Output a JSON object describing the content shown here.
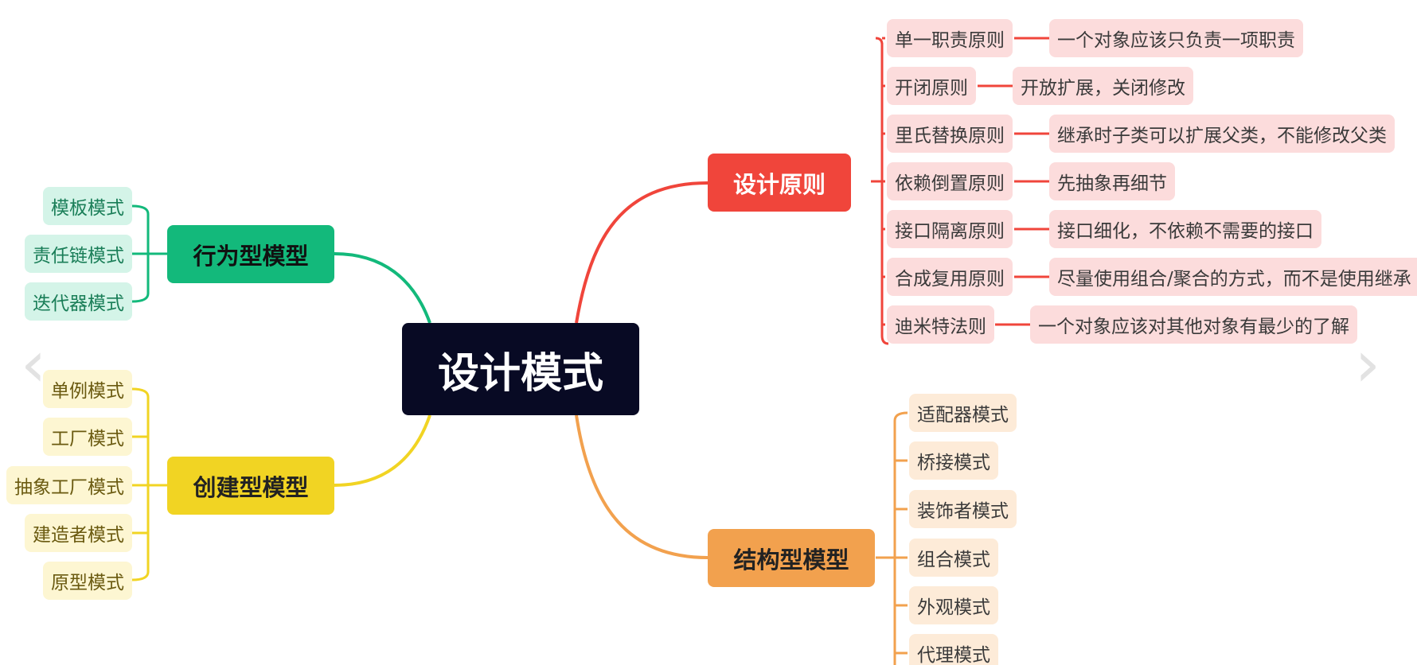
{
  "root": {
    "label": "设计模式"
  },
  "colors": {
    "principles": "#f0453b",
    "behavioral": "#13b97b",
    "creational": "#f1d423",
    "structural": "#f2a14e"
  },
  "principles": {
    "label": "设计原则",
    "items": [
      {
        "name": "单一职责原则",
        "desc": "一个对象应该只负责一项职责"
      },
      {
        "name": "开闭原则",
        "desc": "开放扩展，关闭修改"
      },
      {
        "name": "里氏替换原则",
        "desc": "继承时子类可以扩展父类，不能修改父类"
      },
      {
        "name": "依赖倒置原则",
        "desc": "先抽象再细节"
      },
      {
        "name": "接口隔离原则",
        "desc": "接口细化，不依赖不需要的接口"
      },
      {
        "name": "合成复用原则",
        "desc": "尽量使用组合/聚合的方式，而不是使用继承"
      },
      {
        "name": "迪米特法则",
        "desc": "一个对象应该对其他对象有最少的了解"
      }
    ]
  },
  "behavioral": {
    "label": "行为型模型",
    "items": [
      "模板模式",
      "责任链模式",
      "迭代器模式"
    ]
  },
  "creational": {
    "label": "创建型模型",
    "items": [
      "单例模式",
      "工厂模式",
      "抽象工厂模式",
      "建造者模式",
      "原型模式"
    ]
  },
  "structural": {
    "label": "结构型模型",
    "items": [
      "适配器模式",
      "桥接模式",
      "装饰者模式",
      "组合模式",
      "外观模式",
      "代理模式"
    ]
  },
  "nav": {
    "prev_icon": "chevron-left-icon",
    "next_icon": "chevron-right-icon"
  }
}
